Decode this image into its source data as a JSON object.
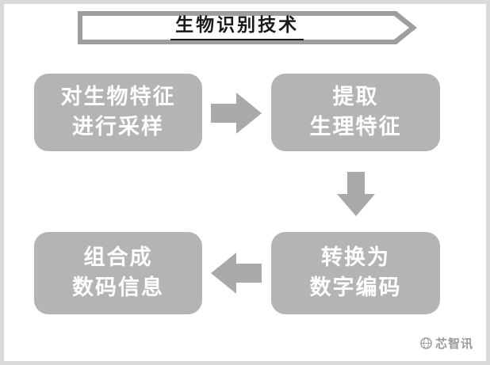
{
  "title": {
    "label": "生物识别技术"
  },
  "steps": [
    {
      "name": "sample-biometric-features",
      "lines": [
        "对生物特征",
        "进行采样"
      ]
    },
    {
      "name": "extract-physiological-features",
      "lines": [
        "提取",
        "生理特征"
      ]
    },
    {
      "name": "convert-to-digital-code",
      "lines": [
        "转换为",
        "数字编码"
      ]
    },
    {
      "name": "combine-into-digital-information",
      "lines": [
        "组合成",
        "数码信息"
      ]
    }
  ],
  "arrows": [
    "right",
    "down",
    "left"
  ],
  "watermark": {
    "label": "芯智讯"
  },
  "colors": {
    "box": "#b4b4b4",
    "arrow": "#a9a9a9",
    "banner": "#9e9e9e",
    "frame": "#d9d9d9",
    "titletext": "#1a1a1a"
  }
}
